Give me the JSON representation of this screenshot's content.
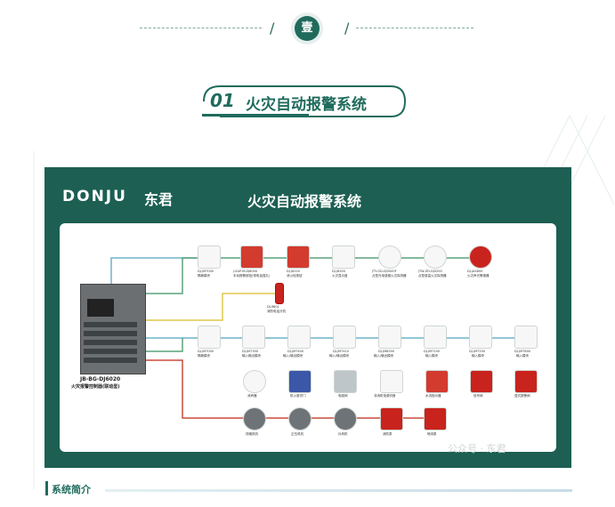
{
  "header": {
    "badge": "壹"
  },
  "section": {
    "number": "01",
    "title": "火灾自动报警系统"
  },
  "panel": {
    "logo": "DONJU",
    "logo_cn": "东君",
    "title": "火灾自动报警系统",
    "controller": {
      "model": "JB-BG-DJ6020",
      "name": "火灾报警控制器(联动型)"
    },
    "row1": [
      {
        "code": "DJ-JM7000",
        "name": "隔离模块"
      },
      {
        "code": "J-SAP-M-DJ6000",
        "name": "手动报警按钮(带电话插孔)"
      },
      {
        "code": "DJ-J8220",
        "name": "消火栓按钮"
      },
      {
        "code": "DJ-J8200",
        "name": "火灾显示盘"
      },
      {
        "code": "JTY-GD-DJ3000F",
        "name": "点型光电感烟火灾探测器"
      },
      {
        "code": "JTW-ZD-DJ5200",
        "name": "点型感温火灾探测器"
      },
      {
        "code": "DJ-JAS800",
        "name": "火灾声光警报器"
      }
    ],
    "phone": {
      "code": "DJ-9801",
      "name": "消防电话分机"
    },
    "row2": [
      {
        "code": "DJ-JM7000",
        "name": "隔离模块"
      },
      {
        "code": "DJ-JM7300",
        "name": "输入输出模块"
      },
      {
        "code": "DJ-JM7400",
        "name": "输入/输出模块"
      },
      {
        "code": "DJ-JM7410",
        "name": "输入/输出模块"
      },
      {
        "code": "DJ-JM8300",
        "name": "输入/输出模块"
      },
      {
        "code": "DJ-JM7100",
        "name": "输入模块"
      },
      {
        "code": "DJ-JM7200",
        "name": "输入模块"
      },
      {
        "code": "DJ-JM7800",
        "name": "输入模块"
      }
    ],
    "row3": [
      "消声器",
      "防火卷帘门",
      "电磁阀",
      "非消防电源切断",
      "水流指示器",
      "信号阀",
      "湿式报警阀"
    ],
    "row4": [
      "排烟风机",
      "正压风机",
      "补风机",
      "消防泵",
      "喷淋泵"
    ],
    "watermark": "公众号 · 东君"
  },
  "footer": {
    "title": "系统简介"
  }
}
